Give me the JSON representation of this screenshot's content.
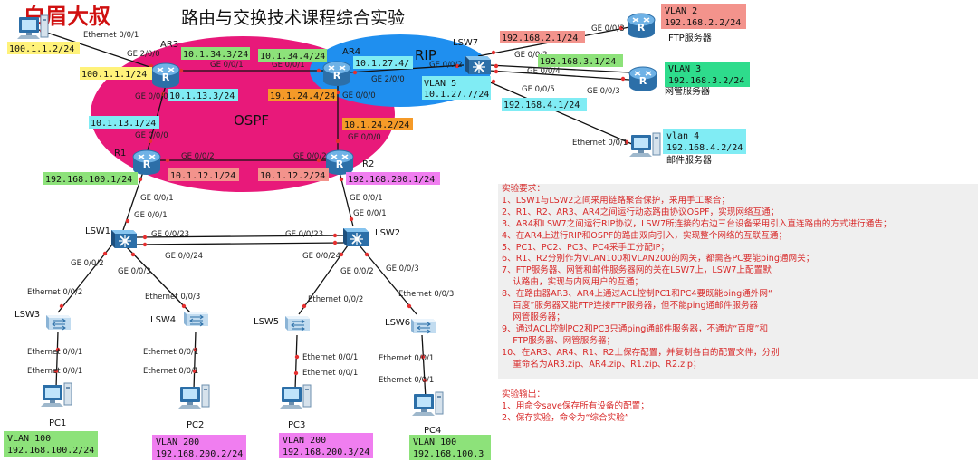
{
  "brand": "白眉大叔",
  "title": "路由与交换技术课程综合实验",
  "areas": {
    "ospf": "OSPF",
    "rip": "RIP"
  },
  "devices": {
    "ar3": "AR3",
    "ar4": "AR4",
    "r1": "R1",
    "r2": "R2",
    "lsw7": "LSW7",
    "lsw1": "LSW1",
    "lsw2": "LSW2",
    "lsw3": "LSW3",
    "lsw4": "LSW4",
    "lsw5": "LSW5",
    "lsw6": "LSW6",
    "pc1": "PC1",
    "pc2": "PC2",
    "pc3": "PC3",
    "pc4": "PC4",
    "ftp": "FTP服务器",
    "netmgr": "网管服务器",
    "mail": "邮件服务器"
  },
  "ports": [
    "Ethernet 0/0/1",
    "GE 2/0/0",
    "GE 0/0/1",
    "GE 0/0/1",
    "GE 2/0/0",
    "GE 0/0/0",
    "GE 0/0/0",
    "GE 0/0/2",
    "GE 0/0/3",
    "GE 0/0/2",
    "GE 0/0/4",
    "GE 0/0/5",
    "GE 0/0/3",
    "Ethernet 0/0/1",
    "GE 0/0/0",
    "GE 0/0/2",
    "GE 0/0/2",
    "GE 0/0/0",
    "GE 0/0/1",
    "GE 0/0/1",
    "GE 0/0/1",
    "GE 0/0/1",
    "GE 0/0/23",
    "GE 0/0/23",
    "GE 0/0/24",
    "GE 0/0/24",
    "GE 0/0/2",
    "GE 0/0/3",
    "GE 0/0/2",
    "GE 0/0/3",
    "Ethernet 0/0/2",
    "Ethernet 0/0/3",
    "Ethernet 0/0/2",
    "Ethernet 0/0/3",
    "Ethernet 0/0/1",
    "Ethernet 0/0/1",
    "Ethernet 0/0/1",
    "Ethernet 0/0/1",
    "Ethernet 0/0/1",
    "Ethernet 0/0/1",
    "Ethernet 0/0/1",
    "Ethernet 0/0/1"
  ],
  "ip_tags": [
    "100.1.1.2/24",
    "100.1.1.1/24",
    "10.1.34.3/24",
    "10.1.34.4/24",
    "10.1.27.4/",
    "VLAN 5",
    "10.1.27.7/24",
    "10.1.13.3/24",
    "19.1.24.4/24",
    "10.1.13.1/24",
    "10.1.24.2/24",
    "10.1.12.1/24",
    "10.1.12.2/24",
    "192.168.100.1/24",
    "192.168.200.1/24",
    "192.168.2.1/24",
    "192.168.3.1/24",
    "192.168.4.1/24",
    "VLAN 2",
    "192.168.2.2/24",
    "VLAN 3",
    "192.168.3.2/24",
    "vlan 4",
    "192.168.4.2/24",
    "VLAN 100",
    "192.168.100.2/24",
    "VLAN 200",
    "192.168.200.2/24",
    "VLAN 200",
    "192.168.200.3/24",
    "VLAN 100",
    "192.168.100.3"
  ],
  "requirements": {
    "heading": "实验要求：",
    "items": [
      "1、LSW1与LSW2之间采用链路聚合保护，采用手工聚合；",
      "2、R1、R2、AR3、AR4之间运行动态路由协议OSPF，实现网络互通；",
      "3、AR4和LSW7之间运行RIP协议，LSW7所连接的右边三台设备采用引入直连路由的方式进行通告；",
      "4、在AR4上进行RIP和OSPF的路由双向引入，实现整个网络的互联互通；",
      "5、PC1、PC2、PC3、PC4采手工分配IP；",
      "6、R1、R2分别作为VLAN100和VLAN200的网关，都需各PC要能ping通网关；",
      "7、FTP服务器、网管和邮件服务器网的关在LSW7上，LSW7上配置默",
      "    认路由，实现与内网用户的互通；",
      "8、在路由器AR3、AR4上通过ACL控制PC1和PC4要既能ping通外网“",
      "    百度”服务器又能FTP连接FTP服务器，但不能ping通邮件服务器",
      "    网管服务器；",
      "9、通过ACL控制PC2和PC3只通ping通邮件服务器，不通访“百度”和",
      "    FTP服务器、网管服务器；",
      "10、在AR3、AR4、R1、R2上保存配置，并复制各自的配置文件，分别",
      "    重命名为AR3.zip、AR4.zip、R1.zip、R2.zip；"
    ]
  },
  "outputs": {
    "heading": "实验输出：",
    "items": [
      "1、用命令save保存所有设备的配置；",
      "2、保存实验，命令为“综合实验”"
    ]
  },
  "colors": {
    "ospf": "#e8197a",
    "rip": "#1f8fef",
    "link": "#111111",
    "dot": "#e53030",
    "yellow": "#fff27a",
    "green": "#8de27a",
    "orange": "#f59a28",
    "magenta": "#f07ef0",
    "cyan": "#80ecf4",
    "salmon": "#f3938c",
    "mint": "#2edc8c",
    "text_red": "#d82a2a"
  }
}
